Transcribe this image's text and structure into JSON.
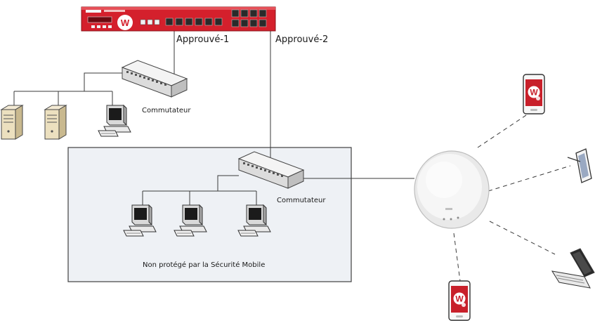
{
  "firewall": {
    "brand_mark": "W"
  },
  "labels": {
    "link1": "Approuvé-1",
    "link2": "Approuvé-2",
    "switch_top": "Commutateur",
    "switch_zone": "Commutateur",
    "zone": "Non protégé par la Sécurité Mobile"
  },
  "colors": {
    "firewall_red": "#d4202c",
    "zone_fill": "#eef1f5",
    "zone_border": "#404040",
    "line": "#3a3a3a"
  },
  "icons": [
    "firewall-appliance-icon",
    "network-switch-icon",
    "server-icon",
    "desktop-computer-icon",
    "wireless-access-point-icon",
    "smartphone-icon",
    "tablet-icon",
    "laptop-icon"
  ]
}
